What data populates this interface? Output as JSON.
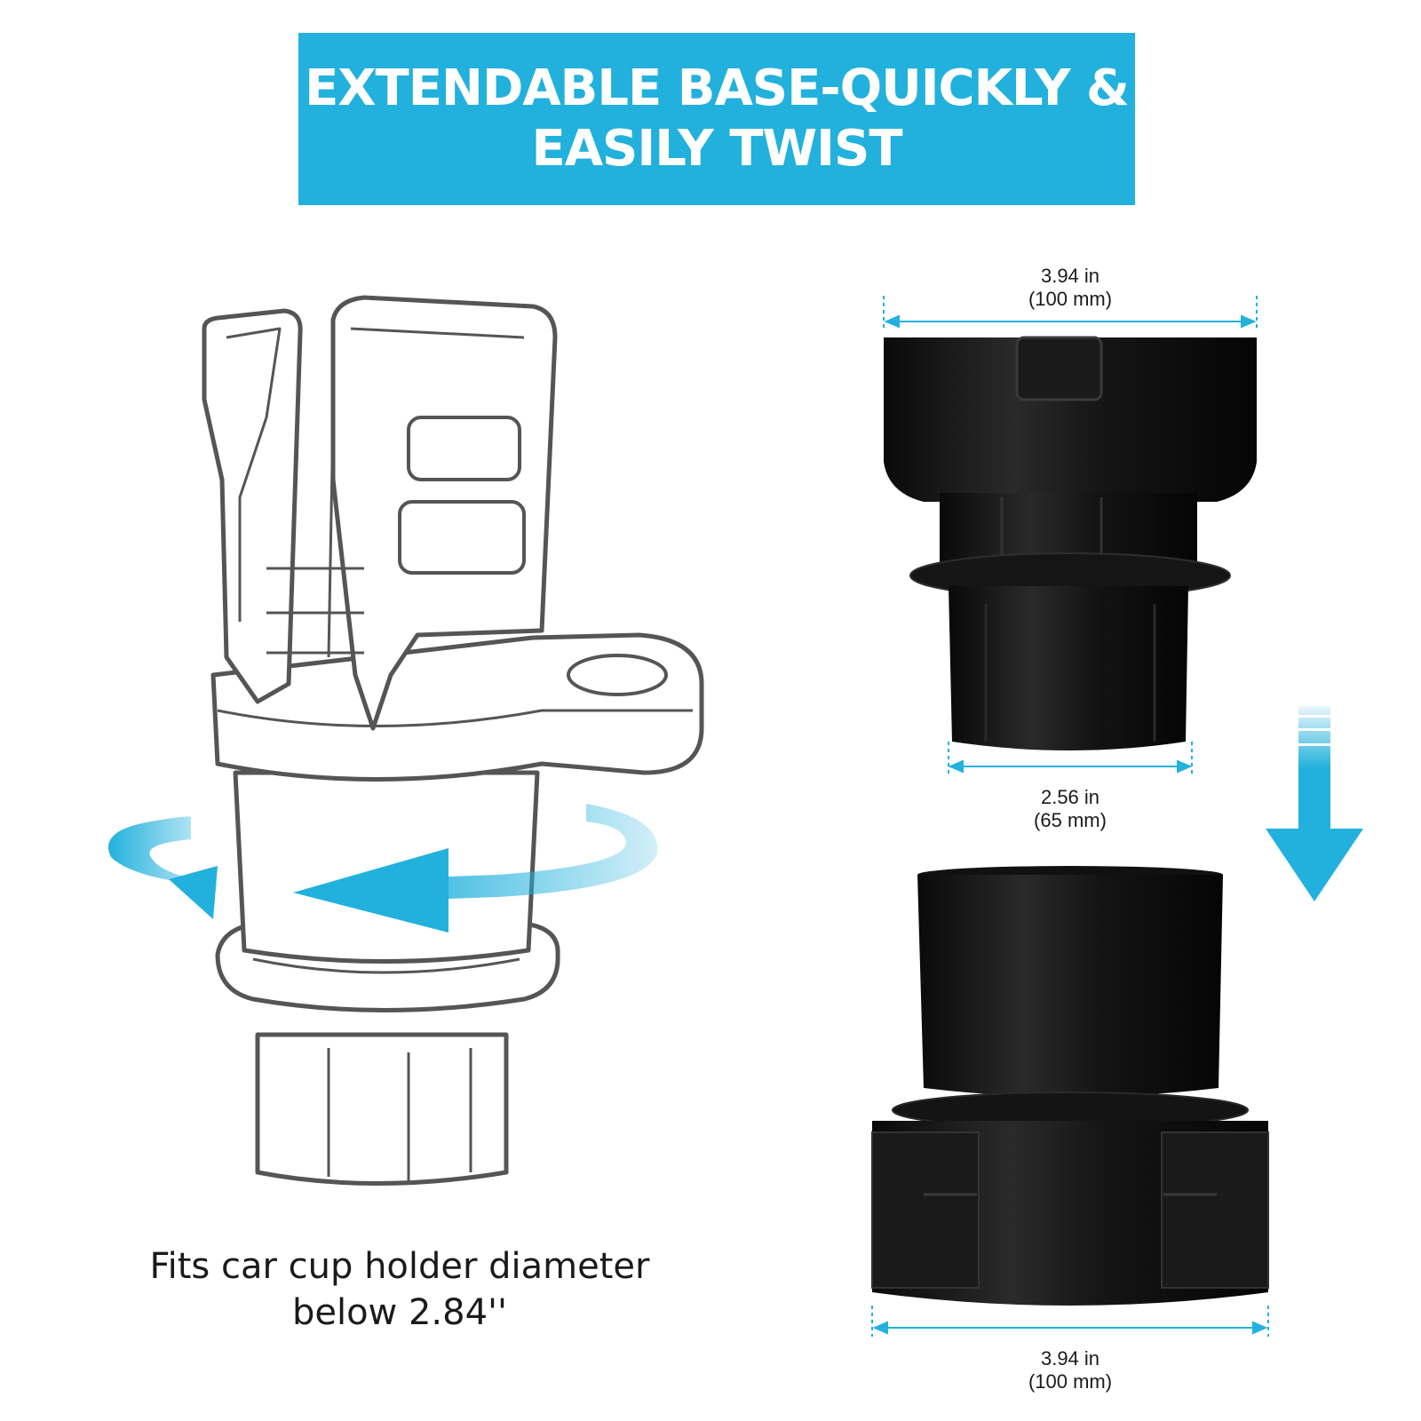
{
  "banner": {
    "line1": "EXTENDABLE BASE-QUICKLY &",
    "line2": "EASILY TWIST"
  },
  "caption": {
    "line1": "Fits car cup holder diameter",
    "line2": "below 2.84''"
  },
  "dimensions": {
    "top": {
      "inches": "3.94 in",
      "mm": "(100 mm)"
    },
    "middle": {
      "inches": "2.56 in",
      "mm": "(65 mm)"
    },
    "bottom": {
      "inches": "3.94 in",
      "mm": "(100 mm)"
    }
  },
  "colors": {
    "accent": "#22b1dc",
    "product": "#111111",
    "line_art": "#555555"
  }
}
